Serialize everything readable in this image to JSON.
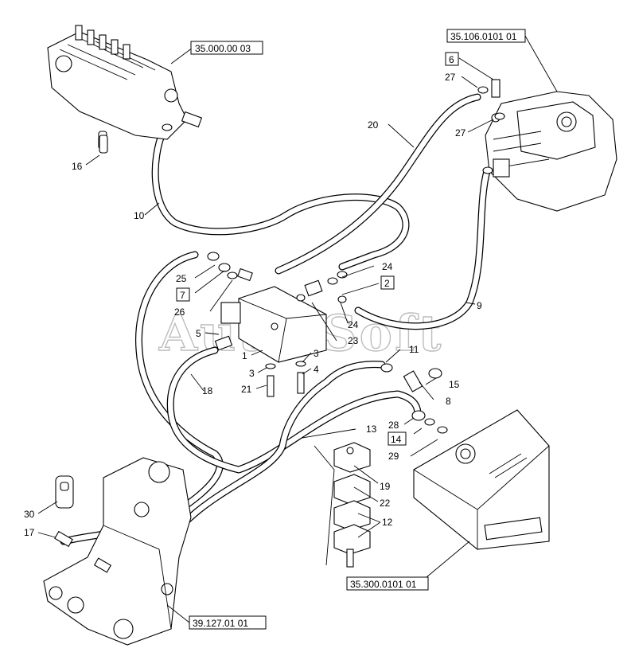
{
  "watermark": "Auto-Soft",
  "reference_boxes": {
    "control_valve": "35.000.00 03",
    "pump": "35.106.0101 01",
    "tank": "35.300.0101 01",
    "boom": "39.127.01 01"
  },
  "boxed_labels": {
    "b6": "6",
    "b2": "2",
    "b7": "7",
    "b14": "14"
  },
  "labels": {
    "l1": "1",
    "l3a": "3",
    "l3b": "3",
    "l4": "4",
    "l5": "5",
    "l8": "8",
    "l9": "9",
    "l10": "10",
    "l11": "11",
    "l12": "12",
    "l13": "13",
    "l15": "15",
    "l16": "16",
    "l17": "17",
    "l18": "18",
    "l19": "19",
    "l20": "20",
    "l21": "21",
    "l22": "22",
    "l23": "23",
    "l24a": "24",
    "l24b": "24",
    "l25": "25",
    "l26": "26",
    "l27a": "27",
    "l27b": "27",
    "l28": "28",
    "l29": "29",
    "l30": "30"
  }
}
